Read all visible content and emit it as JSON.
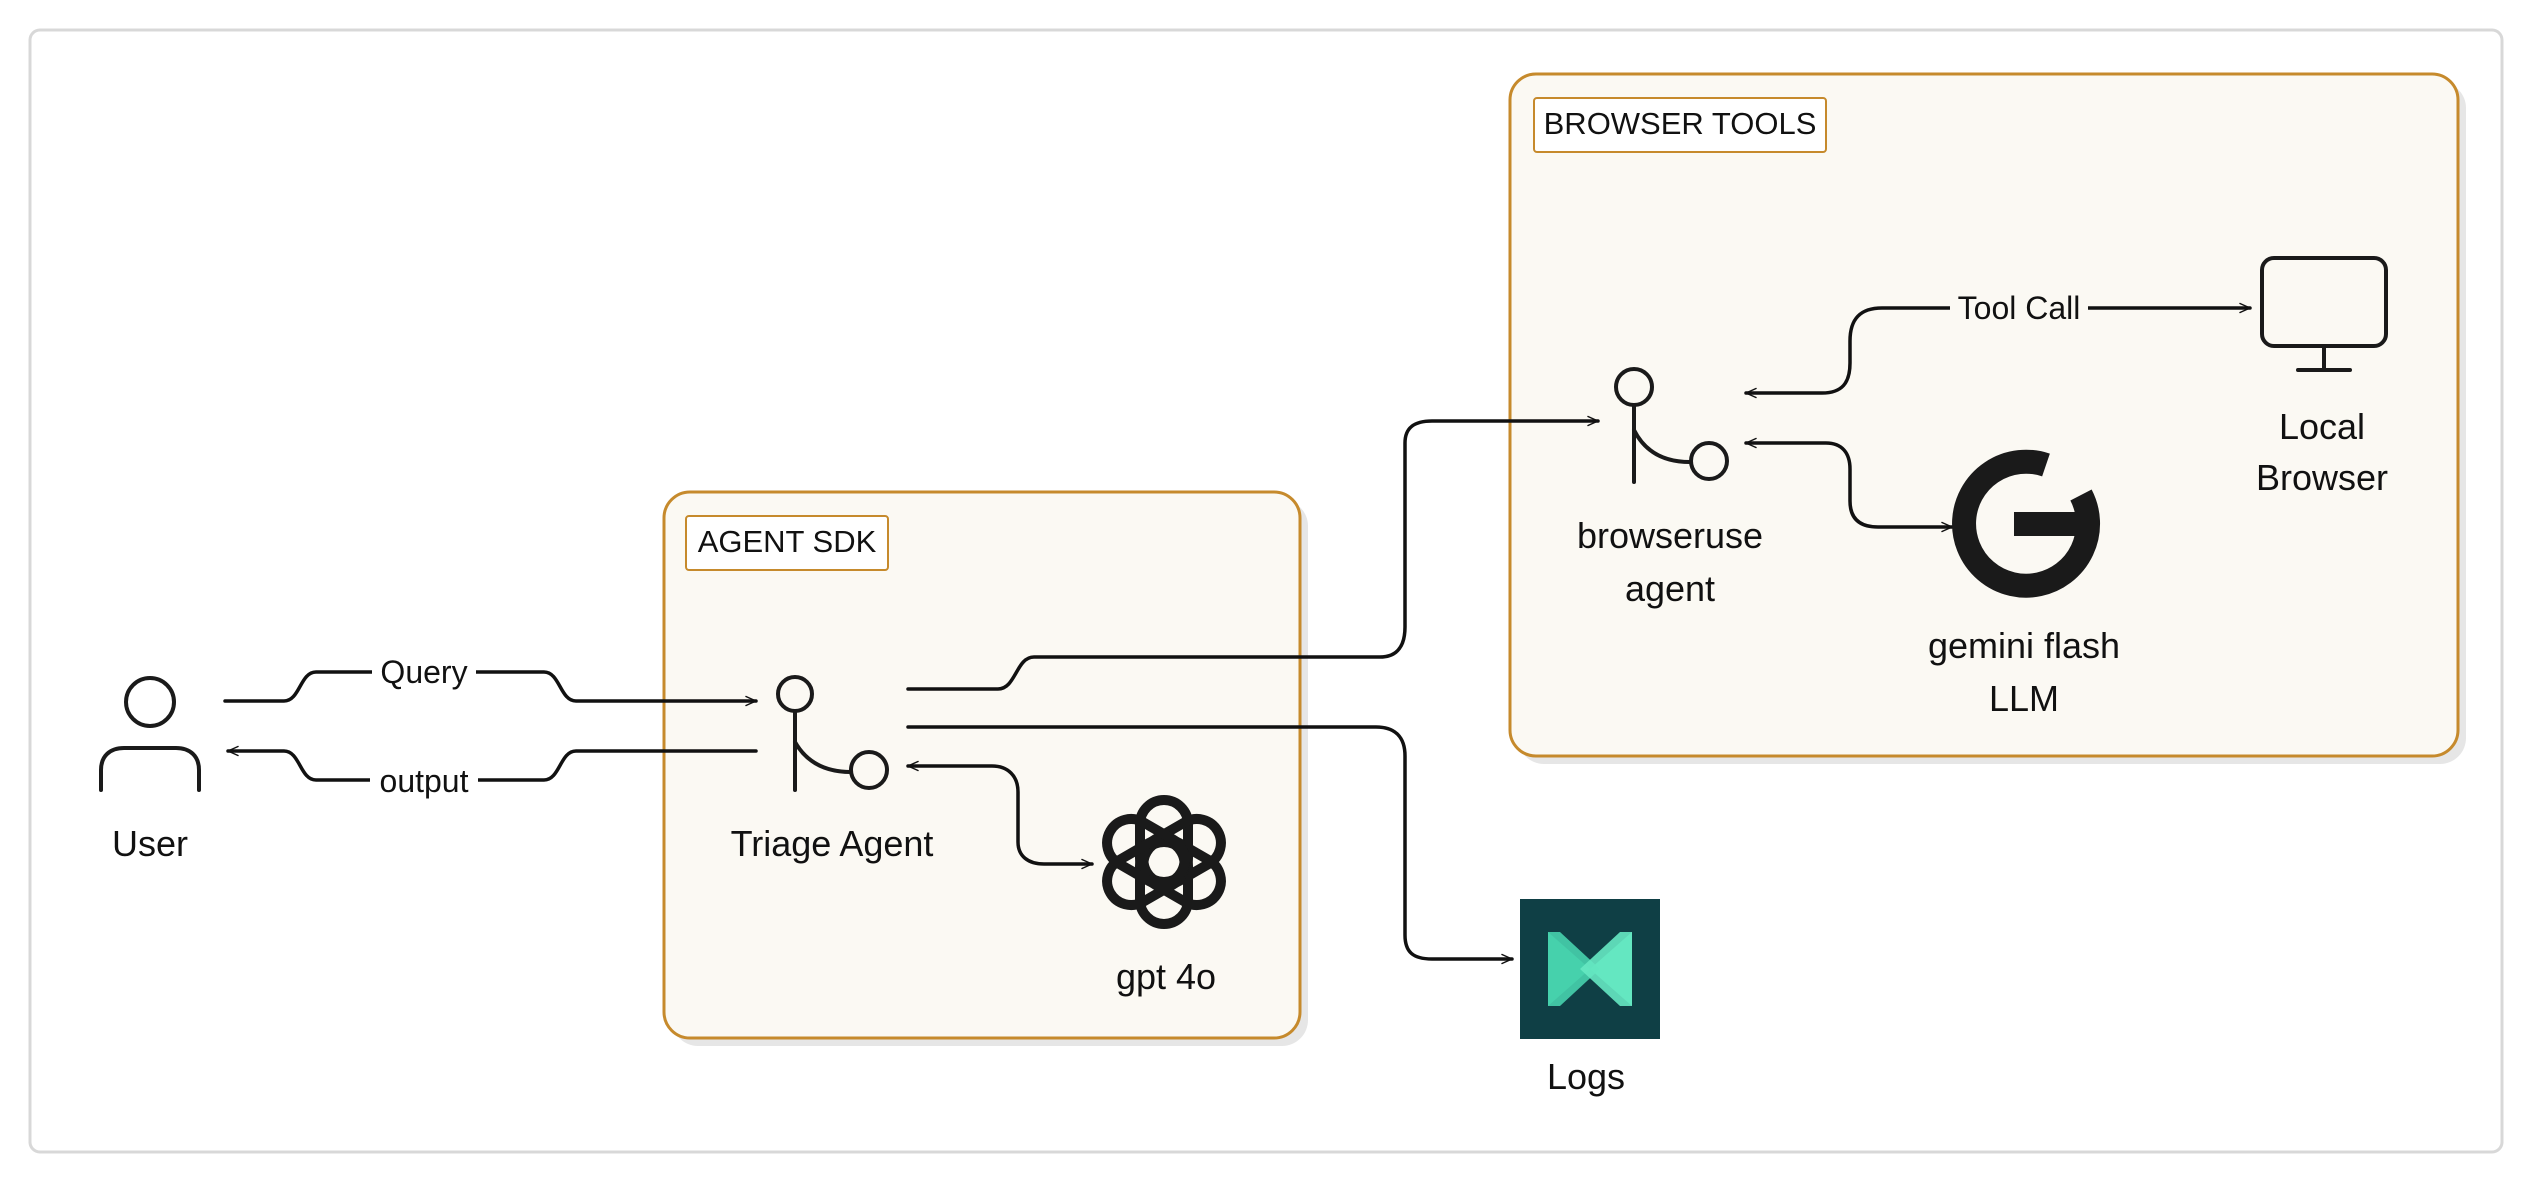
{
  "groups": {
    "agent_sdk": {
      "title": "AGENT SDK"
    },
    "browser_tools": {
      "title": "BROWSER TOOLS"
    }
  },
  "nodes": {
    "user": {
      "label": "User",
      "icon": "user-icon"
    },
    "triage_agent": {
      "label": "Triage Agent",
      "icon": "agent-icon"
    },
    "gpt4o": {
      "label": "gpt 4o",
      "icon": "openai-logo-icon"
    },
    "browseruse_agent": {
      "label_line1": "browseruse",
      "label_line2": "agent",
      "icon": "agent-icon"
    },
    "gemini": {
      "label_line1": "gemini flash",
      "label_line2": "LLM",
      "icon": "google-g-icon"
    },
    "local_browser": {
      "label_line1": "Local",
      "label_line2": "Browser",
      "icon": "monitor-icon"
    },
    "logs": {
      "label": "Logs",
      "icon": "logs-logo-icon"
    }
  },
  "edges": {
    "query": "Query",
    "output": "output",
    "tool_call": "Tool Call"
  },
  "colors": {
    "group_border": "#c68a2c",
    "group_fill": "#fbf9f3",
    "ink": "#111111",
    "logs_bg": "#0f3f45",
    "logs_mark": "#55e0b8"
  }
}
